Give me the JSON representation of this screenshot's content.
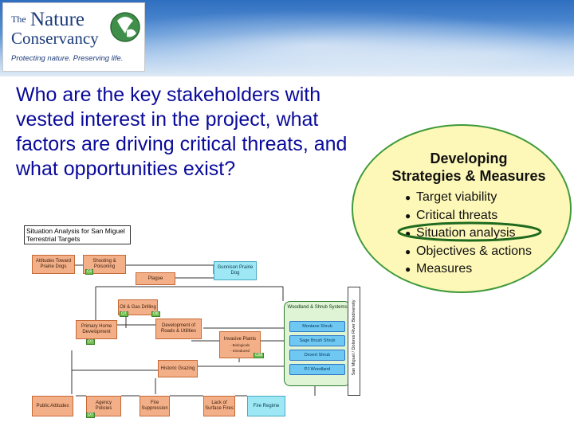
{
  "logo": {
    "the": "The",
    "line1": "Nature",
    "line2": "Conservancy",
    "tagline": "Protecting nature. Preserving life."
  },
  "question": "Who are the key stakeholders with vested interest in the project, what factors are driving critical threats, and what opportunities exist?",
  "panel": {
    "title_line1": "Developing",
    "title_line2": "Strategies & Measures",
    "items": [
      "Target viability",
      "Critical threats",
      "Situation analysis",
      "Objectives & actions",
      "Measures"
    ],
    "highlighted_item": "Situation analysis",
    "fill_color": "#fdf8b8",
    "border_color": "#3f9a3a"
  },
  "diagram": {
    "title": "Situation Analysis for San Miguel Terrestrial Targets",
    "nodes": {
      "attitudes": "Attitudes Toward Prairie Dogs",
      "shooting": "Shooting & Poisoning",
      "gunnison": "Gunnison Prairie Dog",
      "plague": "Plague",
      "oilgas": "Oil & Gas Drilling",
      "primary_home": "Primary Home Development",
      "roads": "Development of Roads & Utilities",
      "invasive": "Invasive Plants",
      "invasive_sub1": "- Biologicals",
      "invasive_sub2": "- Introduced",
      "historic": "Historic Grazing",
      "public": "Public Attitudes",
      "agency": "Agency Policies",
      "fire_supp": "Fire Suppression",
      "lack_fires": "Lack of Surface Fires",
      "fire_regime": "Fire Regime",
      "woodland": "Woodland & Shrub Systems",
      "montane": "Montane Shrub",
      "sage": "Sage Brush Shrub",
      "desert": "Desert Shrub",
      "pj": "PJ Woodland"
    },
    "tags": {
      "shooting": "C0",
      "oilgas_a": "O7",
      "oilgas_b": "O6",
      "primary": "O7",
      "invasive": "C08",
      "agency": "O7"
    },
    "side_label": "San Miguel / Dolores River Biodiversity"
  },
  "colors": {
    "question_text": "#0a0a9a",
    "threat_fill": "#f3b088",
    "target_fill": "#9ee8f6",
    "highlight_ring": "#1f6a1f"
  }
}
